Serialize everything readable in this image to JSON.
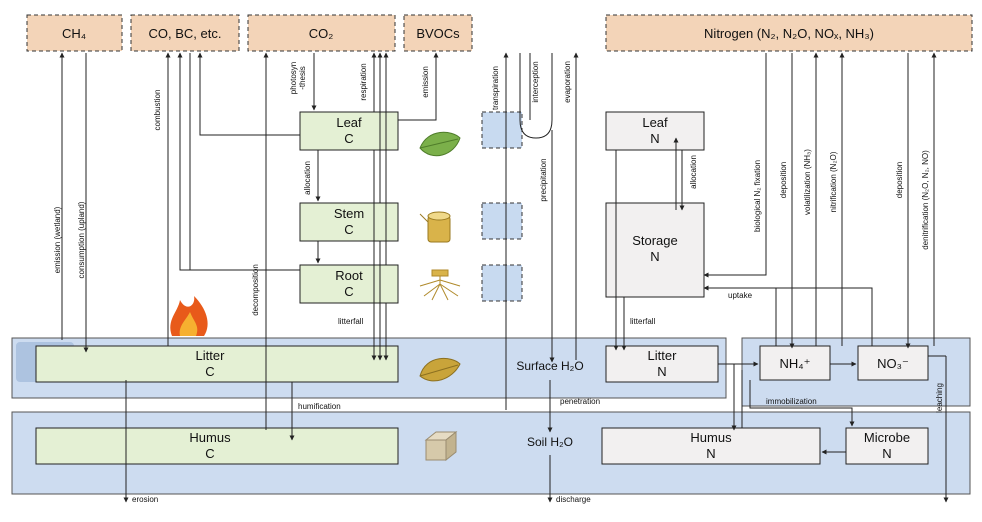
{
  "gases": {
    "ch4": "CH₄",
    "co_bc": "CO, BC, etc.",
    "co2": "CO₂",
    "bvocs": "BVOCs",
    "nitrogen": "Nitrogen (N₂, N₂O, NOₓ, NH₃)"
  },
  "carbon_pools": {
    "leaf": [
      "Leaf",
      "C"
    ],
    "stem": [
      "Stem",
      "C"
    ],
    "root": [
      "Root",
      "C"
    ],
    "litter": [
      "Litter",
      "C"
    ],
    "humus": [
      "Humus",
      "C"
    ]
  },
  "nitrogen_pools": {
    "leaf": [
      "Leaf",
      "N"
    ],
    "storage": [
      "Storage",
      "N"
    ],
    "litter": [
      "Litter",
      "N"
    ],
    "humus": [
      "Humus",
      "N"
    ],
    "microbe": [
      "Microbe",
      "N"
    ],
    "nh4": "NH₄⁺",
    "no3": "NO₃⁻"
  },
  "water": {
    "surface": "Surface H₂O",
    "soil": "Soil H₂O"
  },
  "flux_labels": {
    "emission_wetland": "emission (wetland)",
    "consumption_upland": "consumption (upland)",
    "combustion": "combustion",
    "decomposition": "decomposition",
    "photosynthesis_1": "photosyn",
    "photosynthesis_2": "-thesis",
    "respiration": "respiration",
    "emission": "emission",
    "allocation_c": "allocation",
    "litterfall_c": "litterfall",
    "humification": "humification",
    "erosion": "erosion",
    "transpiration": "transpiration",
    "interception": "interception",
    "evaporation": "evaporation",
    "precipitation": "precipitation",
    "penetration": "penetration",
    "discharge": "discharge",
    "allocation_n": "allocation",
    "litterfall_n": "litterfall",
    "bio_fixation": "biological N₂ fixation",
    "deposition_1": "deposition",
    "volatilization": "volatilization (NH₃)",
    "nitrification": "nitrification (N₂O)",
    "deposition_2": "deposition",
    "denitrification": "denitrification (N₂O, N₂, NO)",
    "uptake": "uptake",
    "immobilization": "immobilization",
    "leaching": "leaching"
  },
  "icons": [
    "leaf-icon",
    "log-icon",
    "roots-icon",
    "fire-icon",
    "dry-leaf-icon",
    "soil-cube-icon"
  ],
  "colors": {
    "gas_fill": "#f3d4b8",
    "carbon_fill": "#e4f0d4",
    "nitrogen_fill": "#f2f0f0",
    "soil_band": "#cddcf0",
    "water_fill": "#c8daf0"
  }
}
